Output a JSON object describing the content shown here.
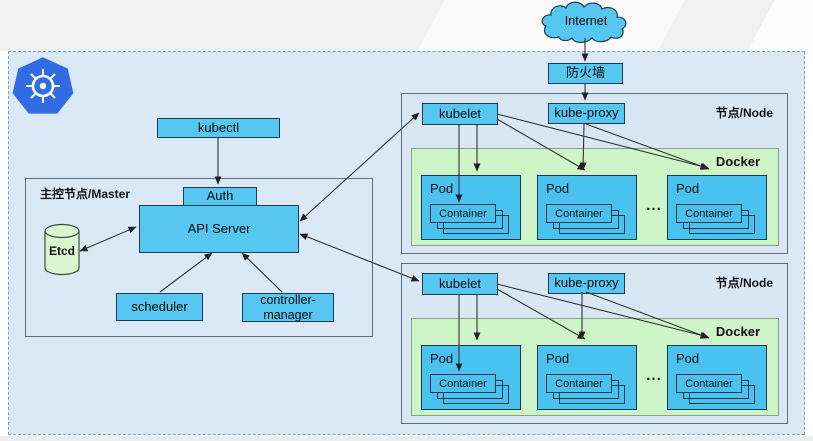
{
  "internet": {
    "label": "Internet"
  },
  "firewall": {
    "label": "防火墙"
  },
  "kubectl": {
    "label": "kubectl"
  },
  "master": {
    "title": "主控节点/Master",
    "auth": "Auth",
    "api_server": "API Server",
    "etcd": "Etcd",
    "scheduler": "scheduler",
    "controller_manager": "controller-\nmanager"
  },
  "nodes": [
    {
      "title": "节点/Node",
      "kubelet": "kubelet",
      "kube_proxy": "kube-proxy",
      "docker_label": "Docker",
      "ellipsis": "...",
      "pods": [
        {
          "label": "Pod",
          "container": "Container"
        },
        {
          "label": "Pod",
          "container": "Container"
        },
        {
          "label": "Pod",
          "container": "Container"
        }
      ]
    },
    {
      "title": "节点/Node",
      "kubelet": "kubelet",
      "kube_proxy": "kube-proxy",
      "docker_label": "Docker",
      "ellipsis": "...",
      "pods": [
        {
          "label": "Pod",
          "container": "Container"
        },
        {
          "label": "Pod",
          "container": "Container"
        },
        {
          "label": "Pod",
          "container": "Container"
        }
      ]
    }
  ],
  "colors": {
    "box_blue": "#55c7f1",
    "panel_blue": "#dbe9f6",
    "docker_green": "#cdf5c8",
    "etcd_green": "#d9f6d1",
    "k8s_logo_blue": "#326ce5"
  }
}
